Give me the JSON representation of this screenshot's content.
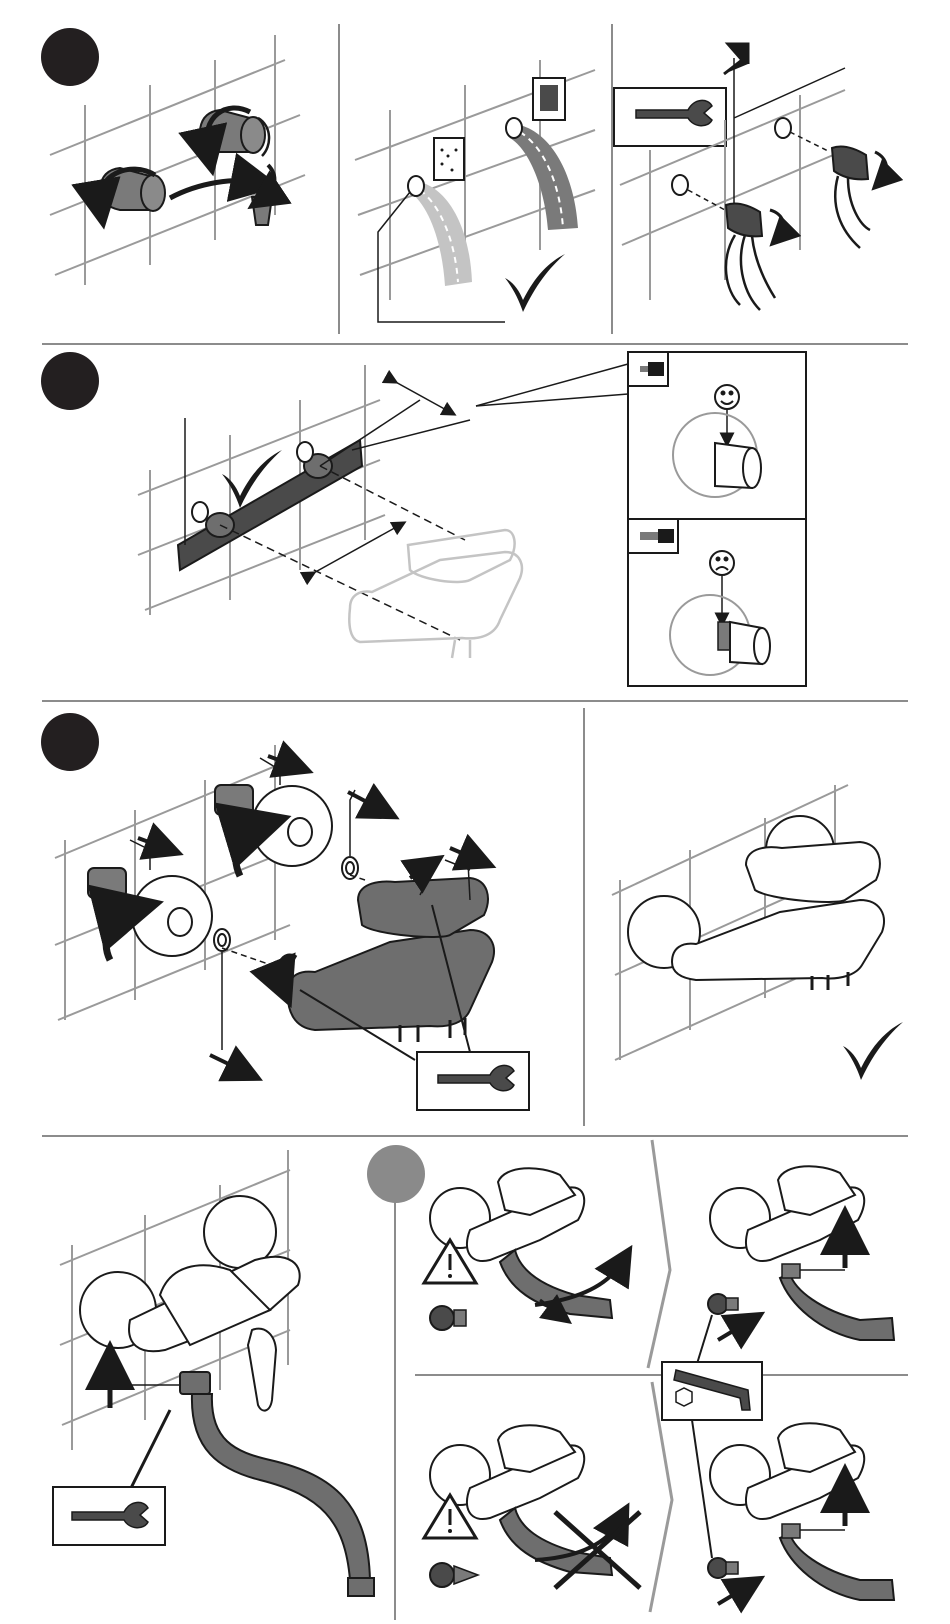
{
  "document": {
    "type": "installation-instructions",
    "text_labels": []
  },
  "colors": {
    "ink": "#1a1a1a",
    "tile_grid": "#9a9a9a",
    "dark_fill": "#4a4a4a",
    "mid_fill": "#6e6e6e",
    "light_fill": "#ffffff",
    "ghost_line": "#c4c4c4",
    "step_badge_dark": "#231f20",
    "step_badge_grey": "#8a8a8a",
    "divider": "#8c8c8c"
  },
  "sections": [
    {
      "id": "step-1",
      "badge": "dark",
      "panels": [
        "remove-caps-and-drain",
        "flush-water-check",
        "fit-s-unions-with-tape"
      ]
    },
    {
      "id": "step-2",
      "badge": "dark",
      "panels": [
        "align-unions-with-template",
        "depth-detail-ok",
        "depth-detail-bad"
      ]
    },
    {
      "id": "step-3",
      "badge": "dark",
      "panels": [
        "mount-covers-seals-and-mixer",
        "finished-result"
      ]
    },
    {
      "id": "step-4",
      "badge": "grey",
      "panels": [
        "attach-spout-with-wrench",
        "spout-swivel-warning",
        "spout-fixed-screw",
        "spout-blocked-warning",
        "spout-fixed-installed"
      ]
    }
  ],
  "icons": {
    "check": "check-icon",
    "smiley_happy": "happy-face-icon",
    "smiley_sad": "sad-face-icon",
    "wrench": "wrench-icon",
    "hex_key": "hex-key-icon",
    "warning": "warning-triangle-icon",
    "cross": "cross-out-icon"
  }
}
